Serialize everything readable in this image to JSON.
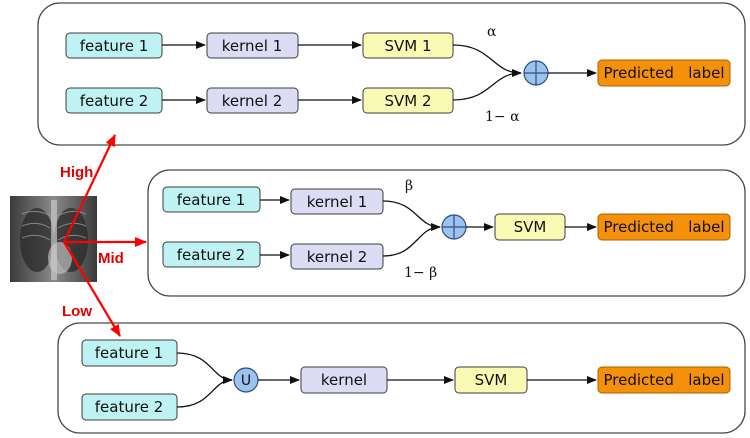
{
  "levels": {
    "high": "High",
    "mid": "Mid",
    "low": "Low"
  },
  "colors": {
    "feature": "#bff2f2",
    "kernel": "#dcdcf5",
    "svm": "#fafab4",
    "predicted": "#f5900a",
    "operator": "#9cc3f0",
    "level_arrow": "#ff0000"
  },
  "image": {
    "content": "chest X-ray"
  },
  "high": {
    "feature1": "feature 1",
    "feature2": "feature 2",
    "kernel1": "kernel 1",
    "kernel2": "kernel 2",
    "svm1": "SVM 1",
    "svm2": "SVM 2",
    "weight_top": "α",
    "weight_bottom": "1− α",
    "operator": "⊕",
    "output": "Predicted   label"
  },
  "mid": {
    "feature1": "feature 1",
    "feature2": "feature 2",
    "kernel1": "kernel 1",
    "kernel2": "kernel 2",
    "weight_top": "β",
    "weight_bottom": "1− β",
    "operator": "⊕",
    "svm": "SVM",
    "output": "Predicted   label"
  },
  "low": {
    "feature1": "feature 1",
    "feature2": "feature 2",
    "operator": "U",
    "kernel": "kernel",
    "svm": "SVM",
    "output": "Predicted   label"
  }
}
